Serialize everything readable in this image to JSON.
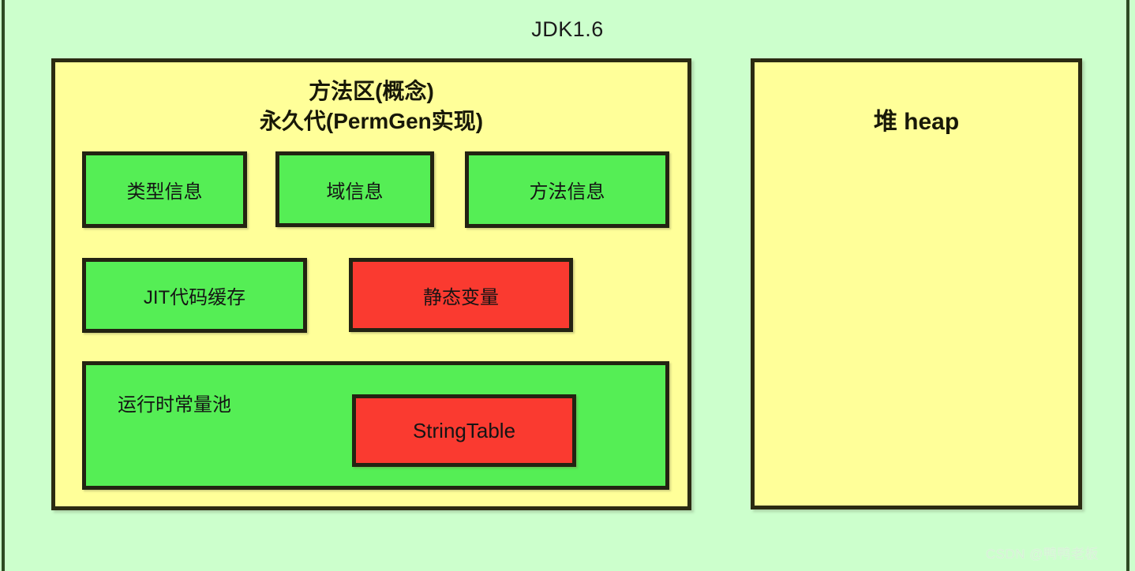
{
  "diagram": {
    "title": "JDK1.6",
    "background_color": "#ccffcc",
    "watermark": "CSDN @鸭鸭老板"
  },
  "method_area": {
    "title_line1": "方法区(概念)",
    "title_line2": "永久代(PermGen实现)",
    "fill_color": "#ffff99",
    "blocks": [
      {
        "label": "类型信息",
        "color": "#55ee55"
      },
      {
        "label": "域信息",
        "color": "#55ee55"
      },
      {
        "label": "方法信息",
        "color": "#55ee55"
      },
      {
        "label": "JIT代码缓存",
        "color": "#55ee55"
      },
      {
        "label": "静态变量",
        "color": "#fa3a30"
      },
      {
        "label": "运行时常量池",
        "color": "#55ee55"
      },
      {
        "label": "StringTable",
        "color": "#fa3a30"
      }
    ]
  },
  "heap_area": {
    "title": "堆 heap",
    "fill_color": "#ffff99"
  }
}
